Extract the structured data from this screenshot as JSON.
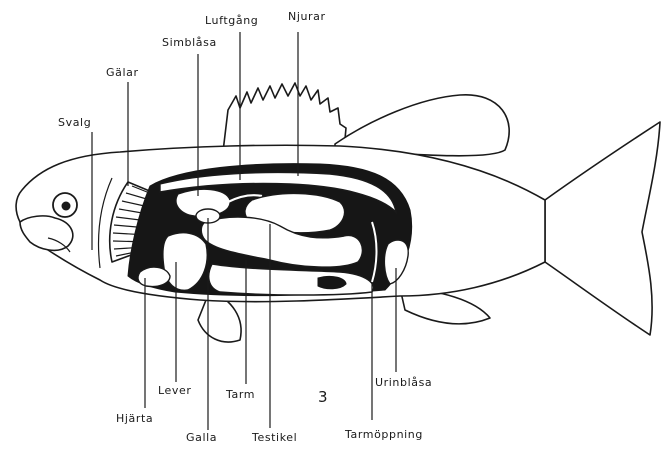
{
  "figure_number": "3",
  "labels": {
    "luftgang": "Luftgång",
    "njurar": "Njurar",
    "simblasa": "Simblåsa",
    "galar": "Gälar",
    "svalg": "Svalg",
    "lever": "Lever",
    "tarm": "Tarm",
    "hjarta": "Hjärta",
    "galla": "Galla",
    "testikel": "Testikel",
    "tarmoppning": "Tarmöppning",
    "urinblasa": "Urinblåsa"
  }
}
